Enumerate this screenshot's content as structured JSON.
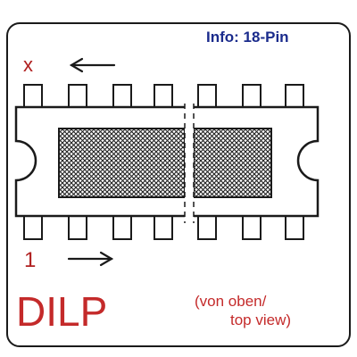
{
  "info": "Info: 18-Pin",
  "pin_x_label": "x",
  "pin_1_label": "1",
  "package_name": "DILP",
  "view_note": [
    "(von oben/",
    "top view)"
  ],
  "colors": {
    "outline": "#1a1a1a",
    "info_text": "#1a2b8c",
    "label_red": "#c42a2a",
    "hatch": "#222222",
    "background": "#ffffff"
  },
  "icons": [
    "arrow-left-icon",
    "arrow-right-icon"
  ]
}
